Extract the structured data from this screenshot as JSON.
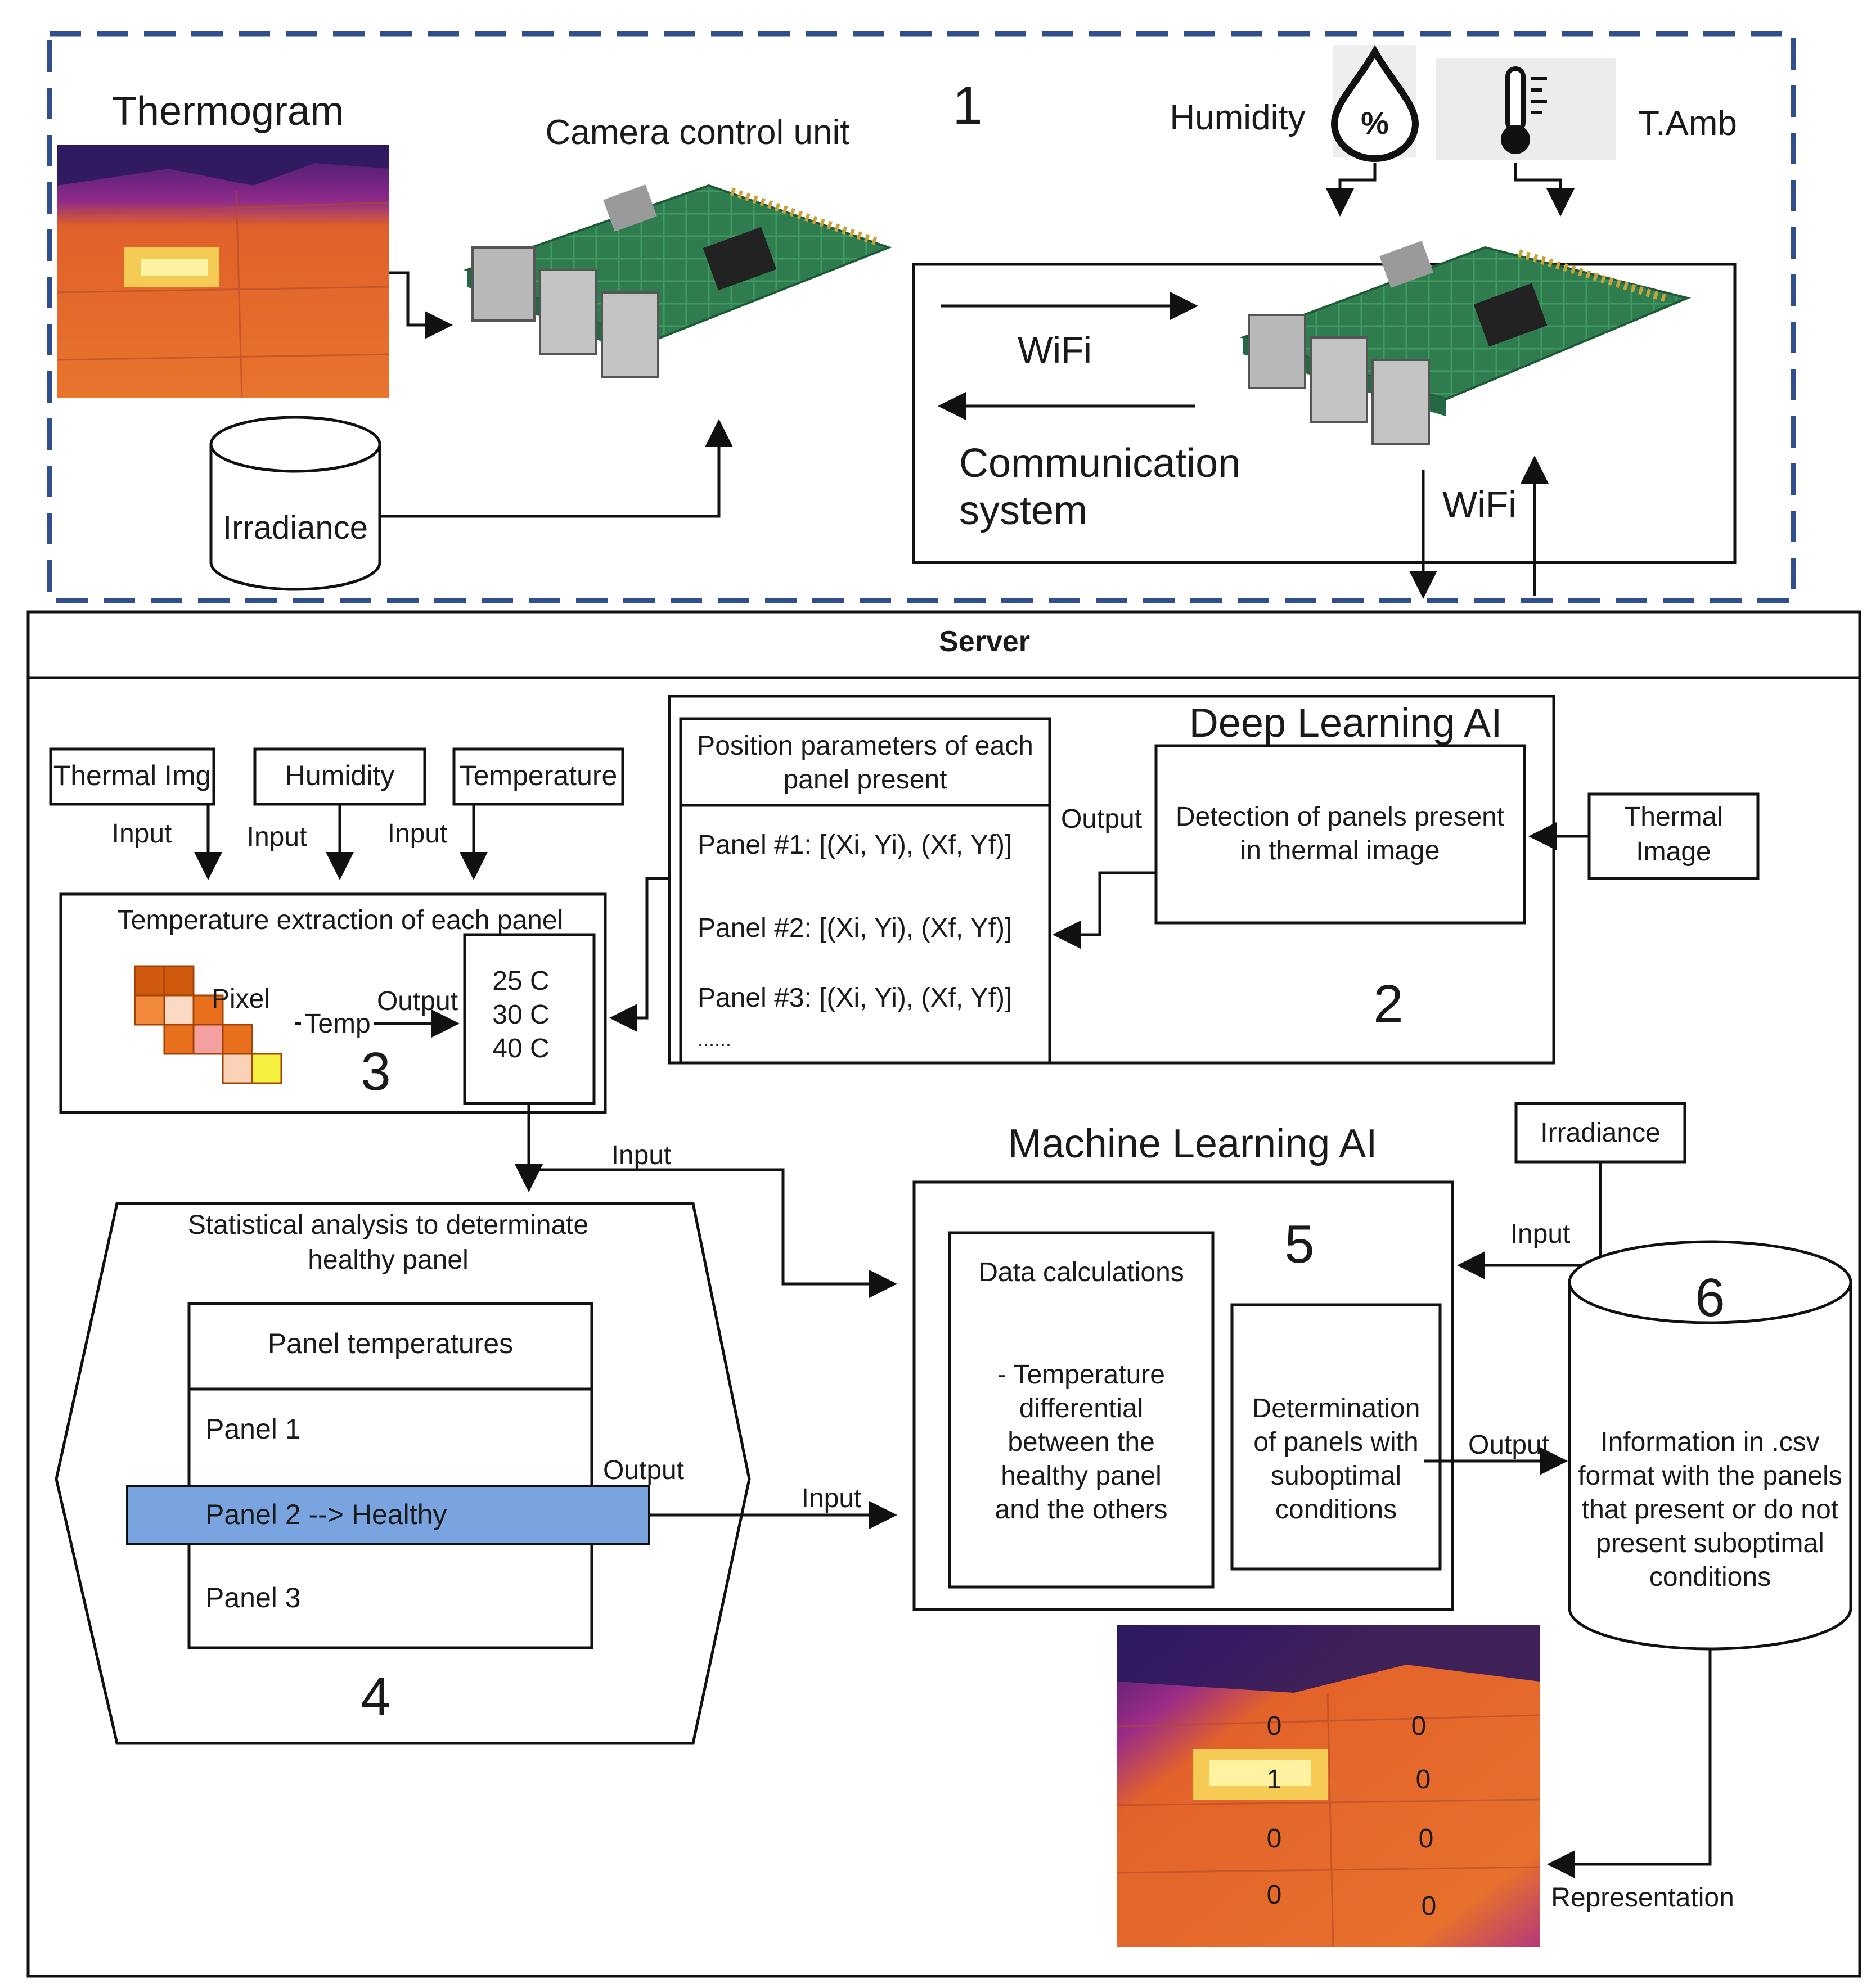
{
  "field": {
    "section_number": "1",
    "thermogram_label": "Thermogram",
    "camera_label": "Camera control unit",
    "irradiance_label": "Irradiance",
    "humidity_label": "Humidity",
    "humidity_symbol": "%",
    "tamb_label": "T.Amb",
    "wifi_label": "WiFi",
    "comm_label_line1": "Communication",
    "comm_label_line2": "system",
    "wifi_label_2": "WiFi"
  },
  "server": {
    "title": "Server",
    "inputs": {
      "thermal_img": "Thermal Img",
      "humidity": "Humidity",
      "temperature": "Temperature",
      "input_label": "Input"
    },
    "extraction": {
      "title": "Temperature extraction of each panel",
      "pixel_label": "Pixel",
      "temp_label": "Temp",
      "output_label": "Output",
      "values": [
        "25 C",
        "30 C",
        "40 C"
      ],
      "section_number": "3"
    },
    "position": {
      "title_line1": "Position parameters of each",
      "title_line2": "panel present",
      "rows": [
        "Panel #1: [(Xi, Yi), (Xf, Yf)]",
        "Panel #2: [(Xi, Yi), (Xf, Yf)]",
        "Panel #3: [(Xi, Yi), (Xf, Yf)]"
      ],
      "ellipsis": "......"
    },
    "deep": {
      "title": "Deep Learning AI",
      "output_label": "Output",
      "detection_line1": "Detection of panels present",
      "detection_line2": "in thermal image",
      "thermal_image_line1": "Thermal",
      "thermal_image_line2": "Image",
      "section_number": "2"
    },
    "stats": {
      "title_line1": "Statistical analysis to determinate",
      "title_line2": "healthy panel",
      "table_header": "Panel temperatures",
      "rows": [
        "Panel 1",
        "Panel 2 --> Healthy",
        "Panel 3"
      ],
      "output_label": "Output",
      "section_number": "4",
      "highlight_color": "#7aa4e0"
    },
    "ml": {
      "title": "Machine Learning AI",
      "section_number": "5",
      "input_label_top": "Input",
      "input_label_mid": "Input",
      "data_calc_title": "Data calculations",
      "data_calc_lines": [
        "- Temperature",
        "differential",
        "between the",
        "healthy panel",
        "and the others"
      ],
      "determination_lines": [
        "Determination",
        "of panels with",
        "suboptimal",
        "conditions"
      ],
      "output_label": "Output"
    },
    "irradiance": {
      "label": "Irradiance",
      "input_label": "Input"
    },
    "csv": {
      "section_number": "6",
      "lines": [
        "Information in .csv",
        "format with the panels",
        "that present or do not",
        "present suboptimal",
        "conditions"
      ],
      "representation_label": "Representation"
    },
    "result_values": [
      "0",
      "0",
      "1",
      "0",
      "0",
      "0",
      "0",
      "0"
    ]
  },
  "colors": {
    "dashed_border": "#2f4f8f",
    "thermal_hot": "#f2c14a",
    "thermal_mid": "#e0662a",
    "thermal_cool": "#7a1f7e",
    "board_green": "#2f7d4f"
  }
}
